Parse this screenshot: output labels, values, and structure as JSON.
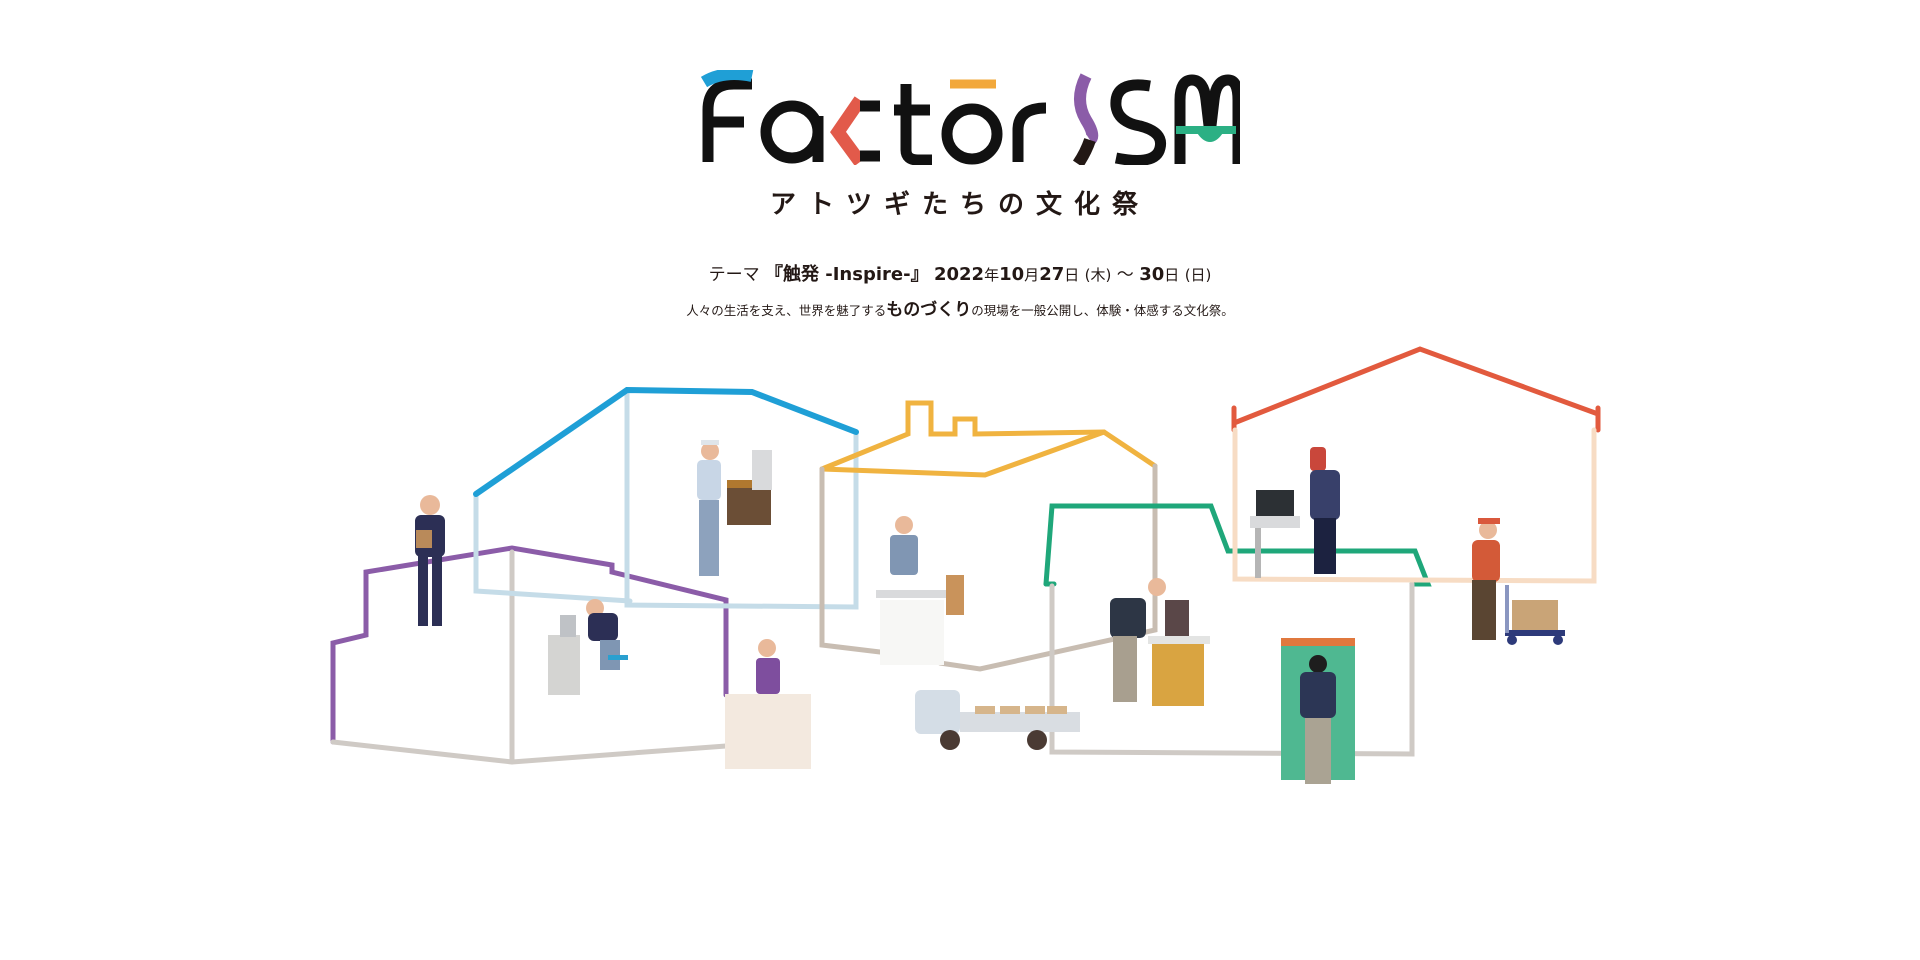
{
  "logo": {
    "text": "FactorISM",
    "letters": [
      "F",
      "a",
      "c",
      "t",
      "o",
      "r",
      "I",
      "S",
      "M"
    ],
    "accent_colors": {
      "blue": "#1f9fd6",
      "red": "#e25a4a",
      "orange": "#f2a83b",
      "purple": "#8b5ca8",
      "green": "#2bb084",
      "black": "#111111"
    }
  },
  "subtitle": "アトツギたちの文化祭",
  "theme_line": {
    "prefix": "テーマ",
    "title": "『触発 -Inspire-』",
    "year": "2022",
    "year_unit": "年",
    "month": "10",
    "month_unit": "月",
    "start_day": "27",
    "day_unit": "日",
    "start_weekday": "(木)",
    "range_sep": "～",
    "end_day": "30",
    "end_weekday": "(日)"
  },
  "description": {
    "before": "人々の生活を支え、世界を魅了する",
    "emphasis": "ものづくり",
    "after": "の現場を一般公開し、体験・体感する文化祭。"
  },
  "illustration": {
    "scenes": [
      {
        "label": "worker with clipboard"
      },
      {
        "label": "worker at machine panel"
      },
      {
        "label": "worker filing at bench"
      },
      {
        "label": "receptionist at counter"
      },
      {
        "label": "baker with tray"
      },
      {
        "label": "delivery truck with boxes"
      },
      {
        "label": "worker at drill press"
      },
      {
        "label": "welder with mask"
      },
      {
        "label": "worker at green machine"
      },
      {
        "label": "worker pushing cart"
      }
    ],
    "line_colors": {
      "blue_roof": "#1f9fd6",
      "light_blue": "#c5dce8",
      "purple": "#8b5ca8",
      "gray": "#cfcac5",
      "orange": "#f0b340",
      "taupe": "#c8bdb2",
      "green": "#1fa77a",
      "red_roof": "#e25a3e",
      "peach": "#f7dcc4"
    }
  }
}
